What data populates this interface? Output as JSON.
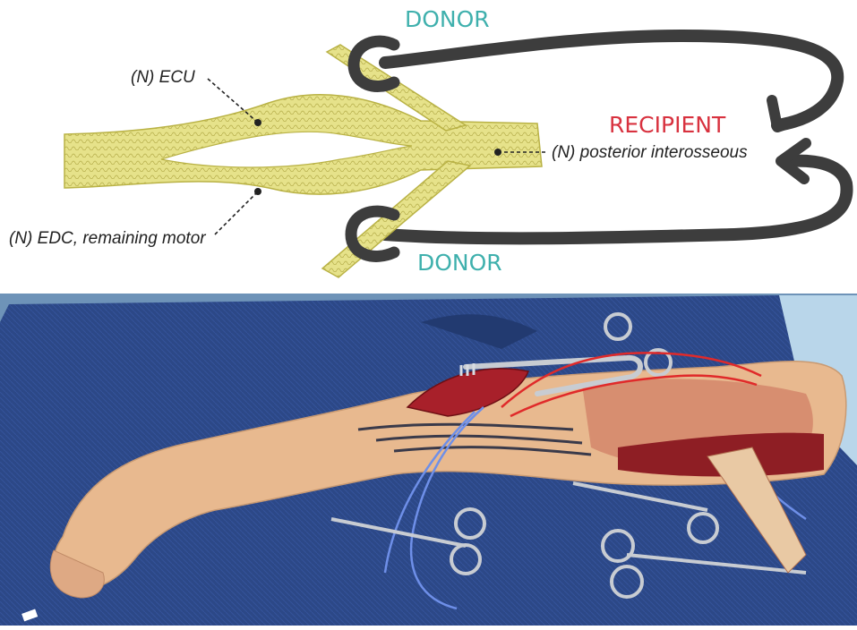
{
  "diagram": {
    "donor_top": "DONOR",
    "donor_bottom": "DONOR",
    "recipient": "RECIPIENT",
    "label_ecu": "(N) ECU",
    "label_edc": "(N) EDC, remaining motor",
    "label_pin": "(N) posterior interosseous",
    "colors": {
      "nerve_fill": "#e6e28a",
      "nerve_stroke": "#b9b245",
      "donor_text": "#3fb0ad",
      "recipient_text": "#d8323f",
      "arrow": "#3d3d3d"
    }
  },
  "photo": {
    "colors": {
      "drape_blue": "#2d4a8a",
      "skin": "#e8b98f",
      "incision": "#a8202a",
      "vessel_loop_red": "#e02a2a",
      "vessel_loop_blue": "#6e8fe8",
      "instrument": "#c8ccd2"
    }
  }
}
